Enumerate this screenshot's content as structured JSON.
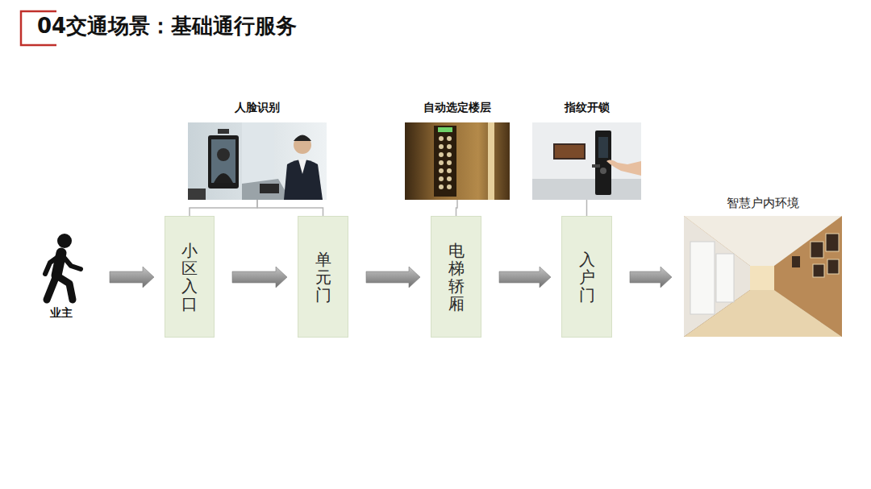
{
  "diagram": {
    "title": "04交通场景：基础通行服务",
    "nodes": [
      {
        "text": [
          "业主"
        ]
      },
      {
        "text": [
          "小区入口"
        ]
      },
      {
        "text": [
          "单元门"
        ]
      },
      {
        "text": [
          "电梯轿厢"
        ]
      },
      {
        "text": [
          "入户门"
        ]
      },
      {
        "text": [
          "智慧户内环境"
        ]
      },
      {
        "text": [
          "人脸识别"
        ]
      },
      {
        "text": [
          "自动选定楼层"
        ]
      },
      {
        "text": [
          "指纹开锁"
        ]
      }
    ],
    "edges": [
      {
        "from": 0,
        "to": 1,
        "arrow": "to"
      },
      {
        "from": 1,
        "to": 2,
        "arrow": "to"
      },
      {
        "from": 2,
        "to": 3,
        "arrow": "to"
      },
      {
        "from": 3,
        "to": 4,
        "arrow": "to"
      },
      {
        "from": 4,
        "to": 5,
        "arrow": "to"
      },
      {
        "from": 6,
        "to": 1,
        "arrow": "none"
      },
      {
        "from": 6,
        "to": 2,
        "arrow": "none"
      },
      {
        "from": 7,
        "to": 3,
        "arrow": "none"
      },
      {
        "from": 8,
        "to": 4,
        "arrow": "none"
      }
    ]
  }
}
